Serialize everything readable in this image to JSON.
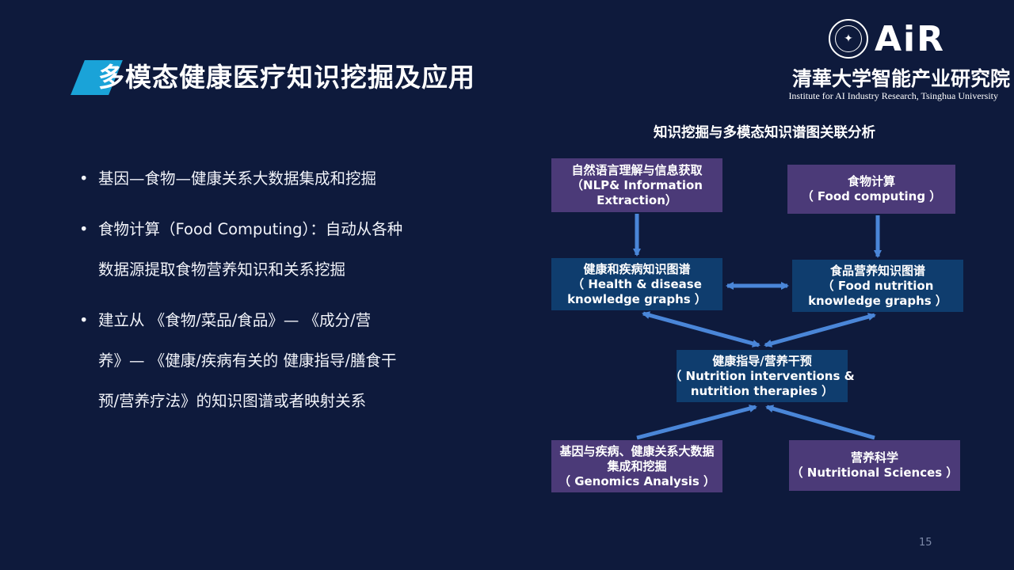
{
  "header": {
    "title": "多模态健康医疗知识挖掘及应用",
    "logo": {
      "brand": "AiR",
      "institute_cn": "清華大学智能产业研究院",
      "institute_en": "Institute for AI Industry Research, Tsinghua University",
      "seal_icon": "tsinghua-seal-icon"
    }
  },
  "bullets": [
    {
      "lines": [
        "基因—食物—健康关系大数据集成和挖掘"
      ]
    },
    {
      "lines": [
        "食物计算（Food  Computing）：自动从各种",
        "数据源提取食物营养知识和关系挖掘"
      ]
    },
    {
      "lines": [
        "建立从 《食物/菜品/食品》— 《成分/营",
        "养》— 《健康/疾病有关的 健康指导/膳食干",
        "预/营养疗法》的知识图谱或者映射关系"
      ]
    }
  ],
  "diagram": {
    "title": "知识挖掘与多模态知识谱图关联分析",
    "nodes": {
      "nlp": {
        "lines": [
          "自然语言理解与信息获取",
          "（NLP& Information",
          "Extraction）"
        ]
      },
      "food_computing": {
        "lines": [
          "食物计算",
          "（ Food computing ）"
        ]
      },
      "health_kg": {
        "lines": [
          "健康和疾病知识图谱",
          "（ Health & disease",
          "knowledge graphs ）"
        ]
      },
      "food_kg": {
        "lines": [
          "食品营养知识图谱",
          "（ Food nutrition",
          "knowledge graphs ）"
        ]
      },
      "intervention": {
        "lines": [
          "健康指导/营养干预",
          "（ Nutrition interventions &",
          "nutrition therapies ）"
        ]
      },
      "genomics": {
        "lines": [
          "基因与疾病、健康关系大数据",
          "集成和挖掘",
          "（ Genomics Analysis ）"
        ]
      },
      "nutrition_science": {
        "lines": [
          "营养科学",
          "（ Nutritional Sciences ）"
        ]
      }
    },
    "colors": {
      "purple_box": "#4b3a78",
      "blue_box": "#0f3d6e",
      "arrow": "#4a86d8"
    }
  },
  "page_number": "15"
}
